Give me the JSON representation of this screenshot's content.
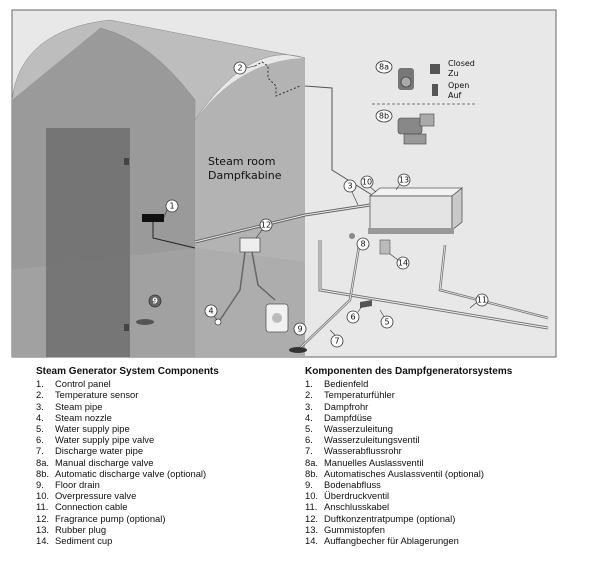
{
  "diagram": {
    "room_label_en": "Steam room",
    "room_label_de": "Dampfkabine",
    "valve_8a": {
      "id": "8a",
      "closed_en": "Closed",
      "closed_de": "Zu",
      "open_en": "Open",
      "open_de": "Auf"
    },
    "valve_8b": {
      "id": "8b"
    },
    "callouts": [
      "1",
      "2",
      "3",
      "4",
      "5",
      "6",
      "7",
      "9",
      "9",
      "10",
      "11",
      "12",
      "13",
      "14"
    ]
  },
  "legend_en": {
    "title": "Steam Generator System Components",
    "items": [
      {
        "num": "1.",
        "label": "Control panel"
      },
      {
        "num": "2.",
        "label": "Temperature sensor"
      },
      {
        "num": "3.",
        "label": "Steam pipe"
      },
      {
        "num": "4.",
        "label": "Steam nozzle"
      },
      {
        "num": "5.",
        "label": "Water supply pipe"
      },
      {
        "num": "6.",
        "label": "Water supply pipe valve"
      },
      {
        "num": "7.",
        "label": "Discharge water pipe"
      },
      {
        "num": "8a.",
        "label": "Manual discharge valve"
      },
      {
        "num": "8b.",
        "label": "Automatic discharge valve (optional)"
      },
      {
        "num": "9.",
        "label": "Floor drain"
      },
      {
        "num": "10.",
        "label": "Overpressure valve"
      },
      {
        "num": "11.",
        "label": "Connection cable"
      },
      {
        "num": "12.",
        "label": "Fragrance pump (optional)"
      },
      {
        "num": "13.",
        "label": "Rubber plug"
      },
      {
        "num": "14.",
        "label": "Sediment cup"
      }
    ]
  },
  "legend_de": {
    "title": "Komponenten des Dampfgeneratorsystems",
    "items": [
      {
        "num": "1.",
        "label": "Bedienfeld"
      },
      {
        "num": "2.",
        "label": "Temperaturfühler"
      },
      {
        "num": "3.",
        "label": "Dampfrohr"
      },
      {
        "num": "4.",
        "label": "Dampfdüse"
      },
      {
        "num": "5.",
        "label": "Wasserzuleitung"
      },
      {
        "num": "6.",
        "label": "Wasserzuleitungsventil"
      },
      {
        "num": "7.",
        "label": "Wasserabflussrohr"
      },
      {
        "num": "8a.",
        "label": "Manuelles Auslassventil"
      },
      {
        "num": "8b.",
        "label": "Automatisches Auslassventil (optional)"
      },
      {
        "num": "9.",
        "label": "Bodenabfluss"
      },
      {
        "num": "10.",
        "label": "Überdruckventil"
      },
      {
        "num": "11.",
        "label": "Anschlusskabel"
      },
      {
        "num": "12.",
        "label": "Duftkonzentratpumpe (optional)"
      },
      {
        "num": "13.",
        "label": "Gummistopfen"
      },
      {
        "num": "14.",
        "label": "Auffangbecher für Ablagerungen"
      }
    ]
  }
}
